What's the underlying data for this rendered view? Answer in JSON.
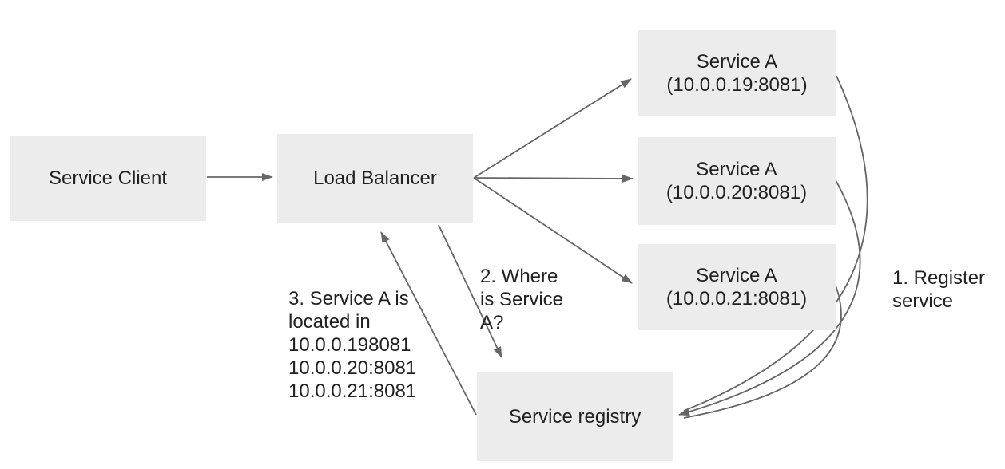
{
  "colors": {
    "box_fill": "#ececec",
    "arrow": "#666666",
    "text": "#212121",
    "background": "#ffffff"
  },
  "nodes": {
    "service_client": {
      "label": "Service Client"
    },
    "load_balancer": {
      "label": "Load Balancer"
    },
    "service_a_1": {
      "label": "Service A\n(10.0.0.19:8081)"
    },
    "service_a_2": {
      "label": "Service A\n(10.0.0.20:8081)"
    },
    "service_a_3": {
      "label": "Service A\n(10.0.0.21:8081)"
    },
    "service_registry": {
      "label": "Service registry"
    }
  },
  "annotations": {
    "register": {
      "label": "1. Register\nservice"
    },
    "where": {
      "label": "2. Where\nis Service\nA?"
    },
    "located": {
      "label": "3. Service A is\nlocated in\n10.0.0.198081\n10.0.0.20:8081\n10.0.0.21:8081"
    }
  },
  "edges": [
    {
      "from": "service_client",
      "to": "load_balancer",
      "shape": "straight"
    },
    {
      "from": "load_balancer",
      "to": "service_a_1",
      "shape": "straight"
    },
    {
      "from": "load_balancer",
      "to": "service_a_2",
      "shape": "straight"
    },
    {
      "from": "load_balancer",
      "to": "service_a_3",
      "shape": "straight"
    },
    {
      "from": "load_balancer",
      "to": "service_registry",
      "shape": "straight",
      "step": "2. Where is Service A?"
    },
    {
      "from": "service_registry",
      "to": "load_balancer",
      "shape": "straight",
      "step": "3. Service A is located in 10.0.0.198081 10.0.0.20:8081 10.0.0.21:8081"
    },
    {
      "from": "service_a_1",
      "to": "service_registry",
      "shape": "curved",
      "step": "1. Register service"
    },
    {
      "from": "service_a_2",
      "to": "service_registry",
      "shape": "curved",
      "step": "1. Register service"
    },
    {
      "from": "service_a_3",
      "to": "service_registry",
      "shape": "curved",
      "step": "1. Register service"
    }
  ]
}
